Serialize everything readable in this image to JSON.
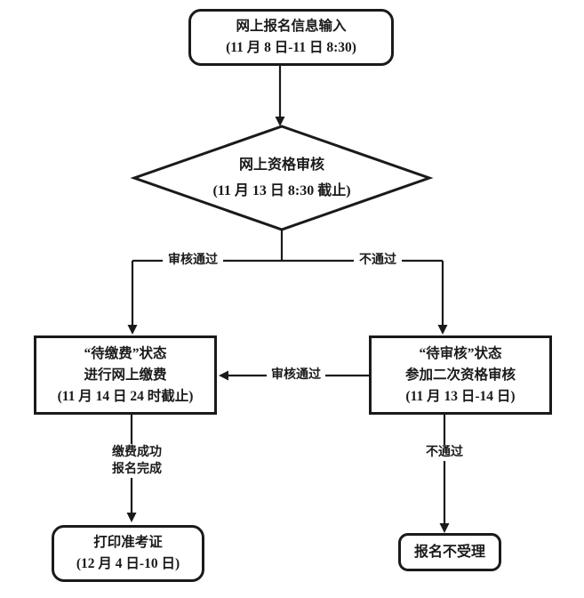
{
  "colors": {
    "ink": "#1a1a1a",
    "background": "#ffffff"
  },
  "nodes": {
    "start": {
      "line1": "网上报名信息输入",
      "line2": "(11 月 8 日-11 日 8:30)"
    },
    "decision": {
      "line1": "网上资格审核",
      "line2": "(11 月 13 日 8:30 截止)"
    },
    "pending_payment": {
      "line1": "“待缴费”状态",
      "line2": "进行网上缴费",
      "line3": "(11 月 14 日 24 时截止)"
    },
    "pending_review": {
      "line1": "“待审核”状态",
      "line2": "参加二次资格审核",
      "line3": "(11 月 13 日-14 日)"
    },
    "print_ticket": {
      "line1": "打印准考证",
      "line2": "(12 月 4 日-10 日)"
    },
    "rejected": {
      "line1": "报名不受理"
    }
  },
  "edge_labels": {
    "review_passed": "审核通过",
    "not_passed": "不通过",
    "second_review_passed": "审核通过",
    "payment_done_line1": "缴费成功",
    "payment_done_line2": "报名完成",
    "second_not_passed": "不通过"
  }
}
